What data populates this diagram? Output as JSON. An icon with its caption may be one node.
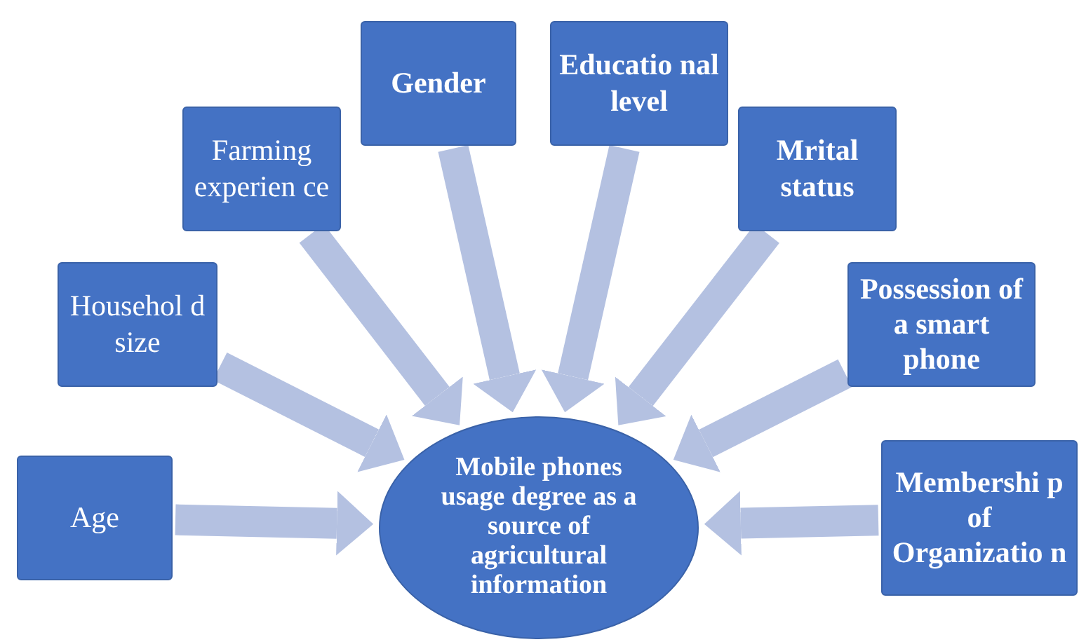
{
  "diagram": {
    "nodes": [
      {
        "text": [
          "Age"
        ]
      },
      {
        "text": [
          "Househol d size"
        ]
      },
      {
        "text": [
          "Farming experien ce"
        ]
      },
      {
        "text": [
          "Gender"
        ]
      },
      {
        "text": [
          "Educatio nal level"
        ]
      },
      {
        "text": [
          "Mrital status"
        ]
      },
      {
        "text": [
          "Possession of a smart phone"
        ]
      },
      {
        "text": [
          "Membershi p of Organizatio n"
        ]
      },
      {
        "text": [
          "Mobile phones usage degree as a source of agricultural information"
        ]
      }
    ],
    "edges": [
      {
        "from": 0,
        "to": 8,
        "arrow": "to"
      },
      {
        "from": 1,
        "to": 8,
        "arrow": "to"
      },
      {
        "from": 2,
        "to": 8,
        "arrow": "to"
      },
      {
        "from": 3,
        "to": 8,
        "arrow": "to"
      },
      {
        "from": 4,
        "to": 8,
        "arrow": "to"
      },
      {
        "from": 5,
        "to": 8,
        "arrow": "to"
      },
      {
        "from": 6,
        "to": 8,
        "arrow": "to"
      },
      {
        "from": 7,
        "to": 8,
        "arrow": "to"
      }
    ]
  }
}
